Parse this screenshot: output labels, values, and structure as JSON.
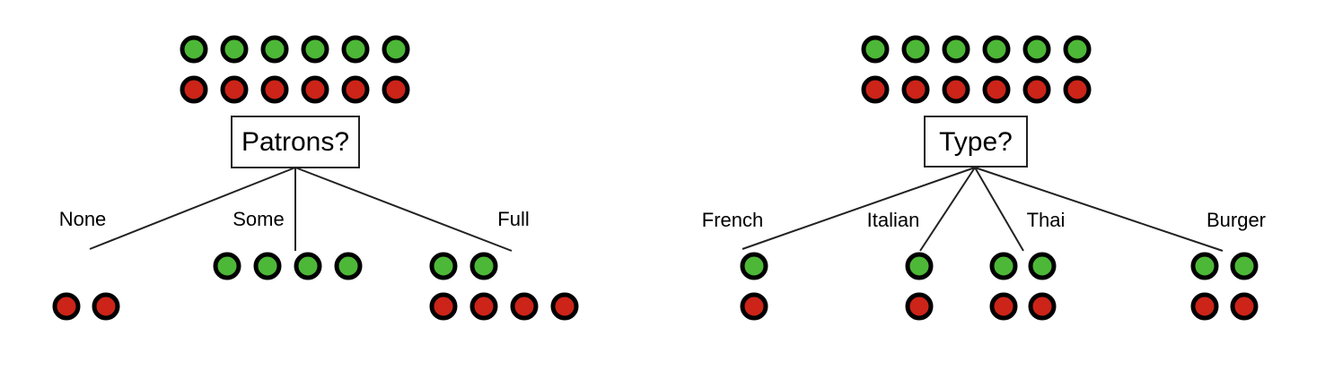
{
  "colors": {
    "positive": "#4db837",
    "negative": "#cc2418"
  },
  "trees": [
    {
      "attribute": "Patrons?",
      "root": {
        "positive": 6,
        "negative": 6
      },
      "branches": [
        {
          "label": "None",
          "positive": 0,
          "negative": 2
        },
        {
          "label": "Some",
          "positive": 4,
          "negative": 0
        },
        {
          "label": "Full",
          "positive": 2,
          "negative": 4
        }
      ]
    },
    {
      "attribute": "Type?",
      "root": {
        "positive": 6,
        "negative": 6
      },
      "branches": [
        {
          "label": "French",
          "positive": 1,
          "negative": 1
        },
        {
          "label": "Italian",
          "positive": 1,
          "negative": 1
        },
        {
          "label": "Thai",
          "positive": 2,
          "negative": 2
        },
        {
          "label": "Burger",
          "positive": 2,
          "negative": 2
        }
      ]
    }
  ]
}
